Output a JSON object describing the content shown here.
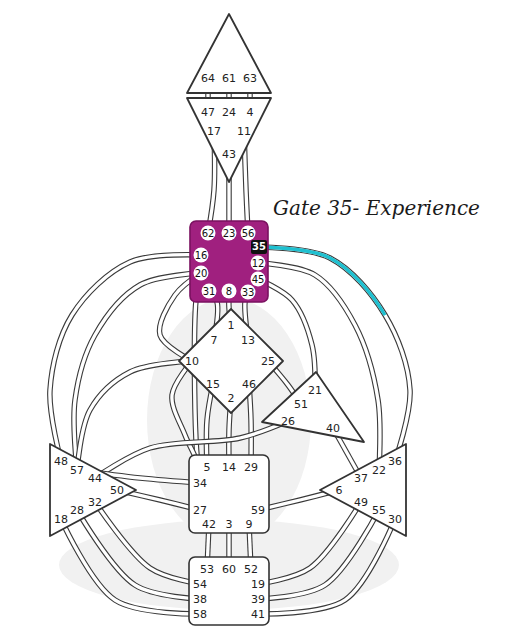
{
  "diagram": {
    "title": "Gate 35- Experience",
    "nodes": [
      {
        "text": [
          "64",
          "61",
          "63"
        ]
      },
      {
        "text": [
          "47",
          "24",
          "4",
          "17",
          "11",
          "43"
        ]
      },
      {
        "text": [
          "62",
          "23",
          "56",
          "35",
          "16",
          "12",
          "20",
          "45",
          "31",
          "8",
          "33"
        ]
      },
      {
        "text": [
          "1",
          "7",
          "13",
          "10",
          "25",
          "15",
          "46",
          "2"
        ]
      },
      {
        "text": [
          "21",
          "51",
          "26",
          "40"
        ]
      },
      {
        "text": [
          "48",
          "57",
          "44",
          "50",
          "32",
          "28",
          "18"
        ]
      },
      {
        "text": [
          "5",
          "14",
          "29",
          "34",
          "27",
          "59",
          "42",
          "3",
          "9"
        ]
      },
      {
        "text": [
          "36",
          "22",
          "37",
          "6",
          "49",
          "55",
          "30"
        ]
      },
      {
        "text": [
          "53",
          "60",
          "52",
          "54",
          "19",
          "38",
          "39",
          "58",
          "41"
        ]
      }
    ],
    "edges": [
      {
        "from": 0,
        "to": 1,
        "arrow": "none"
      },
      {
        "from": 0,
        "to": 1,
        "arrow": "none"
      },
      {
        "from": 0,
        "to": 1,
        "arrow": "none"
      },
      {
        "from": 1,
        "to": 2,
        "arrow": "none"
      },
      {
        "from": 1,
        "to": 2,
        "arrow": "none"
      },
      {
        "from": 1,
        "to": 2,
        "arrow": "none"
      },
      {
        "from": 2,
        "to": 3,
        "arrow": "none"
      },
      {
        "from": 2,
        "to": 3,
        "arrow": "none"
      },
      {
        "from": 2,
        "to": 3,
        "arrow": "none"
      },
      {
        "from": 2,
        "to": 5,
        "arrow": "none"
      },
      {
        "from": 2,
        "to": 5,
        "arrow": "none"
      },
      {
        "from": 2,
        "to": 6,
        "arrow": "none"
      },
      {
        "from": 2,
        "to": 3,
        "arrow": "none"
      },
      {
        "from": 2,
        "to": 4,
        "arrow": "none"
      },
      {
        "from": 2,
        "to": 7,
        "arrow": "none"
      },
      {
        "from": 2,
        "to": 7,
        "arrow": "none"
      },
      {
        "from": 3,
        "to": 4,
        "arrow": "none"
      },
      {
        "from": 3,
        "to": 6,
        "arrow": "none"
      },
      {
        "from": 3,
        "to": 6,
        "arrow": "none"
      },
      {
        "from": 3,
        "to": 6,
        "arrow": "none"
      },
      {
        "from": 3,
        "to": 5,
        "arrow": "none"
      },
      {
        "from": 3,
        "to": 6,
        "arrow": "none"
      },
      {
        "from": 4,
        "to": 5,
        "arrow": "none"
      },
      {
        "from": 4,
        "to": 7,
        "arrow": "none"
      },
      {
        "from": 5,
        "to": 6,
        "arrow": "none"
      },
      {
        "from": 5,
        "to": 6,
        "arrow": "none"
      },
      {
        "from": 6,
        "to": 7,
        "arrow": "none"
      },
      {
        "from": 8,
        "to": 5,
        "arrow": "none"
      },
      {
        "from": 8,
        "to": 5,
        "arrow": "none"
      },
      {
        "from": 8,
        "to": 5,
        "arrow": "none"
      },
      {
        "from": 8,
        "to": 6,
        "arrow": "none"
      },
      {
        "from": 8,
        "to": 6,
        "arrow": "none"
      },
      {
        "from": 8,
        "to": 6,
        "arrow": "none"
      },
      {
        "from": 8,
        "to": 7,
        "arrow": "none"
      },
      {
        "from": 8,
        "to": 7,
        "arrow": "none"
      },
      {
        "from": 8,
        "to": 7,
        "arrow": "none"
      }
    ]
  }
}
